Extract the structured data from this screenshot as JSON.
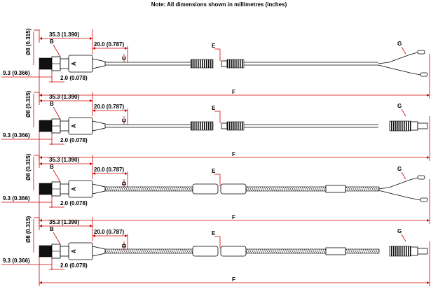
{
  "note": "Note: All dimensions shown in millimetres (inches)",
  "dimensions": {
    "diameter": "Ø8 (0.315)",
    "overall_housing": "35.3 (1.390)",
    "strain_relief": "20.0 (0.787)",
    "front_length": "9.3 (0.366)",
    "thread_length": "2.0 (0.078)"
  },
  "labels": {
    "A": "A",
    "B": "B",
    "C": "C",
    "D": "D",
    "E": "E",
    "F": "F",
    "G": "G"
  },
  "variants": [
    {
      "cable_label": "C",
      "cable_type": "plain",
      "termination": "flying leads"
    },
    {
      "cable_label": "C",
      "cable_type": "plain",
      "termination": "connector"
    },
    {
      "cable_label": "D",
      "cable_type": "armoured",
      "termination": "flying leads"
    },
    {
      "cable_label": "D",
      "cable_type": "armoured",
      "termination": "connector"
    }
  ]
}
